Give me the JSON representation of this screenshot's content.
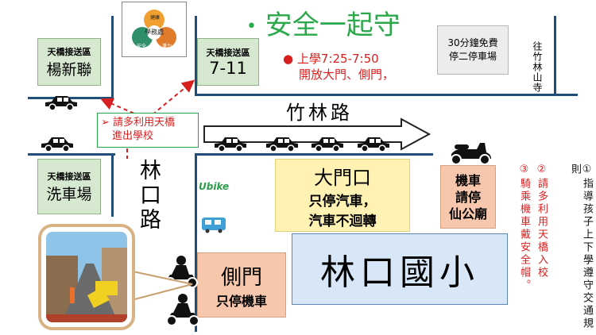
{
  "title": "安全一起守",
  "logo": {
    "center": "學務處",
    "left": "安全",
    "right": "潘力",
    "top": "健康"
  },
  "notice": {
    "line1": "上學7:25-7:50",
    "line2": "開放大門、側門，"
  },
  "parking": {
    "line1": "30分鐘免費",
    "line2": "停二停車場"
  },
  "toward": "往竹林山寺",
  "zones": {
    "a": {
      "label": "天橋接送區",
      "name": "楊新聯"
    },
    "b": {
      "label": "天橋接送區",
      "name": "7-11"
    },
    "c": {
      "label": "天橋接送區",
      "name": "洗車場"
    }
  },
  "tip": {
    "line1": "請多利用天橋",
    "line2": "進出學校"
  },
  "road_zhulin": "竹林路",
  "road_linkou": "林口路",
  "main_gate": {
    "title": "大門口",
    "line1": "只停汽車，",
    "line2": "汽車不迴轉"
  },
  "scooter_box": {
    "line1": "機車",
    "line2": "請停",
    "line3": "仙公廟"
  },
  "side_gate": {
    "title": "側門",
    "sub": "只停機車"
  },
  "school": "林口國小",
  "ubike": "Ubike",
  "rules": {
    "r1_num": "①",
    "r1": "指導孩子上下學遵守交通規則",
    "r2_num": "②",
    "r2": "請多利用天橋入校",
    "r3_num": "③",
    "r3": "騎乘機車戴安全帽。"
  },
  "colors": {
    "road": "#1f4e79",
    "red": "#d92020",
    "green": "#2aa84a"
  }
}
